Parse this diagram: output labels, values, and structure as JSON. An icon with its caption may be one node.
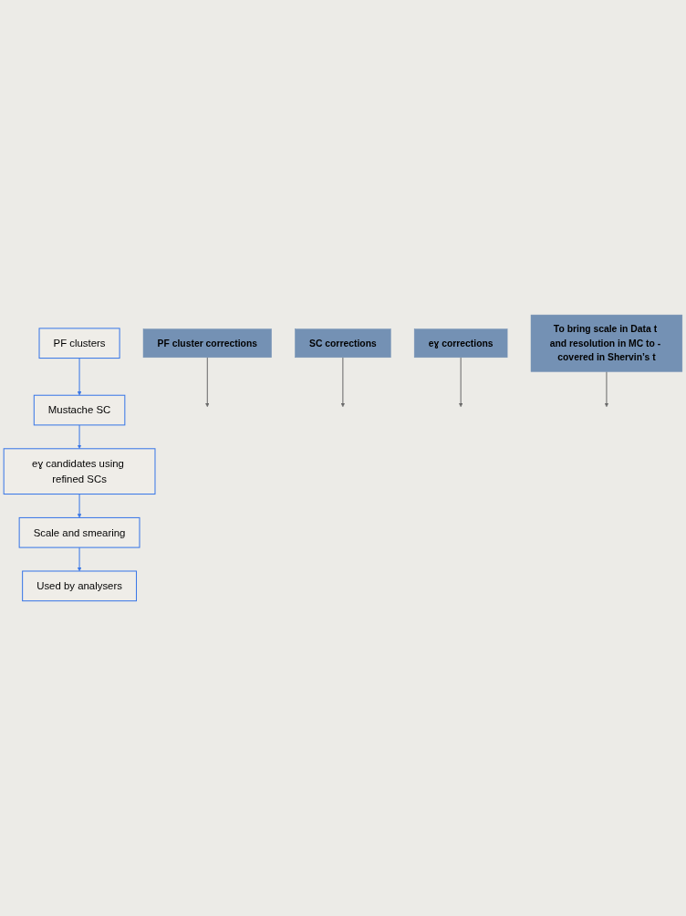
{
  "diagram": {
    "nodes": [
      {
        "text": [
          "PF clusters"
        ]
      },
      {
        "text": [
          "PF cluster corrections"
        ]
      },
      {
        "text": [
          "Mustache SC"
        ]
      },
      {
        "text": [
          "SC corrections"
        ]
      },
      {
        "text": [
          "eɣ candidates using refined SCs"
        ]
      },
      {
        "text": [
          "eɣ corrections"
        ]
      },
      {
        "text": [
          "Scale and smearing"
        ]
      },
      {
        "text": [
          "To bring scale in Data t and resolution in MC to - covered in Shervin’s t"
        ]
      },
      {
        "text": [
          "Used by analysers"
        ]
      }
    ],
    "edges": [
      {
        "from": 0,
        "to": 2,
        "arrow": "to"
      },
      {
        "from": 1,
        "to": null,
        "arrow": "to",
        "color": "#6b6b6b"
      },
      {
        "from": 2,
        "to": 4,
        "arrow": "to"
      },
      {
        "from": 3,
        "to": null,
        "arrow": "to",
        "color": "#6b6b6b"
      },
      {
        "from": 4,
        "to": 6,
        "arrow": "to"
      },
      {
        "from": 5,
        "to": null,
        "arrow": "to",
        "color": "#6b6b6b"
      },
      {
        "from": 6,
        "to": 8,
        "arrow": "to"
      },
      {
        "from": 7,
        "to": null,
        "arrow": "to",
        "color": "#6b6b6b"
      }
    ]
  }
}
